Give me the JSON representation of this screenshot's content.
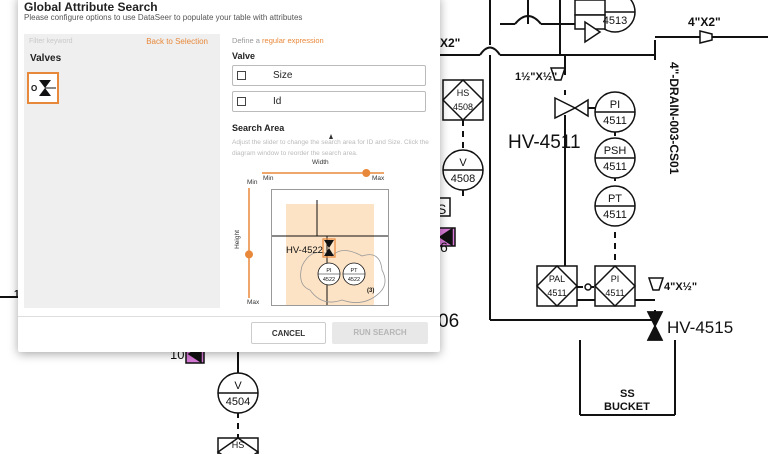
{
  "dialog": {
    "title": "Global Attribute Search",
    "subtitle": "Please configure options to use DataSeer to populate your table with attributes",
    "filter_placeholder": "Filter keyword",
    "back_link": "Back to Selection",
    "valves_title": "Valves",
    "define_prefix": "Define a ",
    "define_link": "regular expression",
    "valve_label": "Valve",
    "attributes": [
      {
        "label": "Size",
        "checked": false
      },
      {
        "label": "Id",
        "checked": false
      }
    ],
    "search_area_title": "Search Area",
    "search_area_desc": "Adjust the slider to change the search area for ID and Size. Click the diagram window to reorder the search area.",
    "width_label": "Width",
    "height_label": "Height",
    "min_label": "Min",
    "max_label": "Max",
    "width_level": 0.85,
    "height_level": 0.6,
    "cancel_label": "CANCEL",
    "run_label": "RUN SEARCH",
    "accent": "#e8883a"
  },
  "preview": {
    "tag": "HV-4522",
    "instr1_top": "PI",
    "instr1_bot": "4522",
    "instr2_top": "PT",
    "instr2_bot": "4522",
    "note": "(3)"
  },
  "diagram": {
    "labels": {
      "x2_top": "X2\"",
      "size_4x2": "4\"X2\"",
      "size_1half": "1½\"X½\"",
      "drain": "4\"-DRAIN-003-CS01",
      "hv4511": "HV-4511",
      "hv4515": "HV-4515",
      "size_4x_half": "4\"X½\"",
      "ss": "SS",
      "bucket": "BUCKET",
      "s_frag": "S",
      "six_frag": "6",
      "o6_frag": "06",
      "one_frag": "1",
      "ten_frag": "10"
    },
    "instruments": [
      {
        "top": "",
        "bot": "4513"
      },
      {
        "top": "HS",
        "bot": "4508"
      },
      {
        "top": "V",
        "bot": "4508"
      },
      {
        "top": "PI",
        "bot": "4511"
      },
      {
        "top": "PSH",
        "bot": "4511"
      },
      {
        "top": "PT",
        "bot": "4511"
      },
      {
        "top": "PAL",
        "bot": "4511"
      },
      {
        "top": "PI",
        "bot": "4511"
      },
      {
        "top": "V",
        "bot": "4504"
      },
      {
        "top": "HS",
        "bot": ""
      }
    ]
  }
}
